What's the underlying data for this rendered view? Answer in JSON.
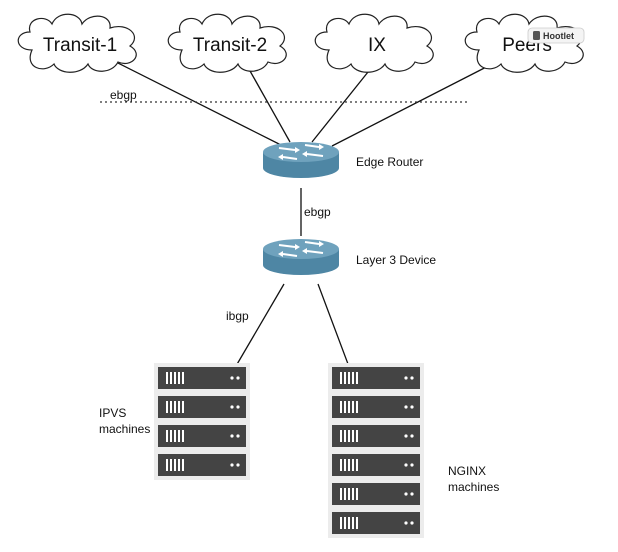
{
  "clouds": [
    {
      "label": "Transit-1"
    },
    {
      "label": "Transit-2"
    },
    {
      "label": "IX"
    },
    {
      "label": "Peers"
    }
  ],
  "links": {
    "upstream_label": "ebgp",
    "edge_to_l3_label": "ebgp",
    "l3_to_servers_label": "ibgp"
  },
  "routers": {
    "edge": {
      "label": "Edge Router"
    },
    "layer3": {
      "label": "Layer 3 Device"
    }
  },
  "server_groups": {
    "ipvs": {
      "label_line1": "IPVS",
      "label_line2": "machines",
      "count": 4
    },
    "nginx": {
      "label_line1": "NGINX",
      "label_line2": "machines",
      "count": 6
    }
  },
  "badge": {
    "text": "Hootlet"
  },
  "colors": {
    "router_top": "#6fa2bd",
    "router_body": "#4e86a4",
    "server_bar": "#444444",
    "server_bg": "#ececec",
    "line": "#111111"
  }
}
